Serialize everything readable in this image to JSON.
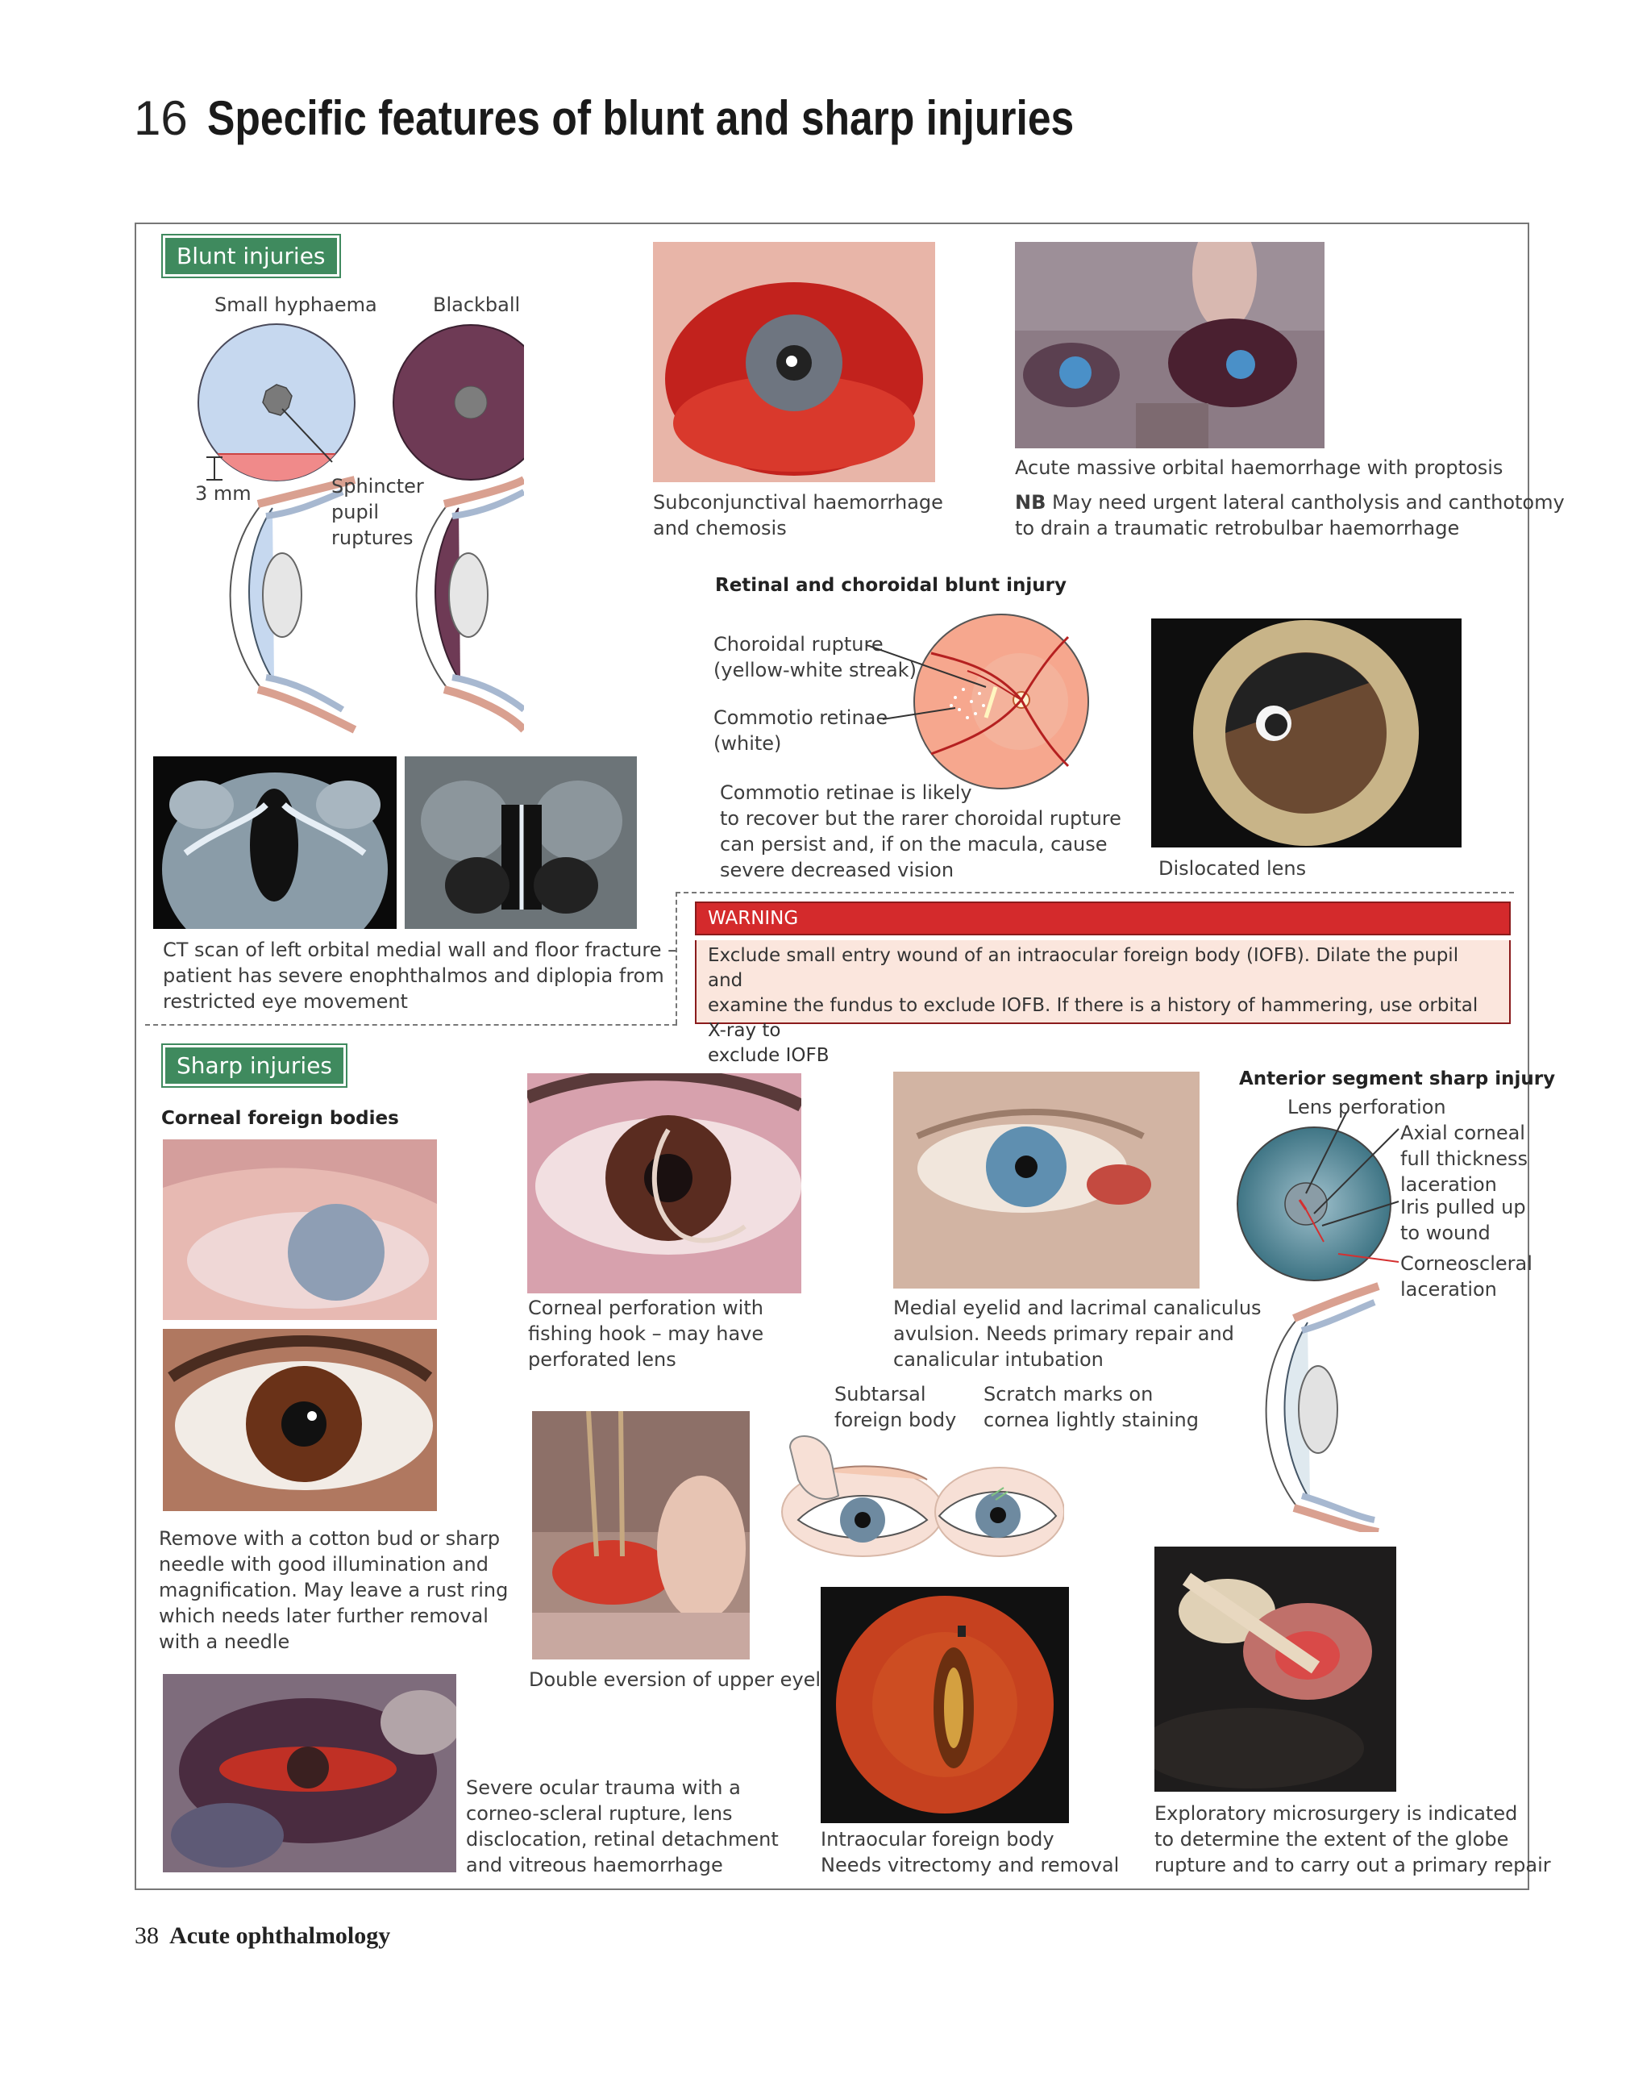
{
  "header": {
    "chapter_number": "16",
    "chapter_title": "Specific features of blunt and sharp injuries"
  },
  "blunt": {
    "tag": "Blunt injuries",
    "small_hyphaema": "Small hyphaema",
    "blackball": "Blackball",
    "measure": "3 mm",
    "sphincter": [
      "Sphincter",
      "pupil",
      "ruptures"
    ],
    "subconj_caption": [
      "Subconjunctival haemorrhage",
      "and chemosis"
    ],
    "orbital_caption": "Acute massive orbital haemorrhage with proptosis",
    "nb_label": "NB",
    "nb_text": "May need urgent lateral cantholysis and canthotomy",
    "nb_text2": "to drain a  traumatic retrobulbar haemorrhage",
    "retinal_title": "Retinal and choroidal blunt injury",
    "choroidal_rupture": [
      "Choroidal rupture",
      "(yellow-white streak)"
    ],
    "commotio": [
      "Commotio retinae",
      "(white)"
    ],
    "commotio_note": [
      "Commotio retinae is likely",
      "to recover but the rarer choroidal rupture",
      "can persist and, if on the macula, cause",
      "severe decreased vision"
    ],
    "dislocated_lens": "Dislocated lens",
    "ct_caption": [
      "CT scan of left orbital medial wall and floor fracture –",
      "patient has severe enophthalmos and diplopia from",
      "restricted eye movement"
    ]
  },
  "warning": {
    "title": "WARNING",
    "lines": [
      "Exclude small entry wound of an intraocular foreign body (IOFB). Dilate the pupil and",
      "examine the fundus to exclude IOFB. If there is a history of hammering, use orbital X-ray to",
      "exclude IOFB"
    ]
  },
  "sharp": {
    "tag": "Sharp injuries",
    "corneal_fb_title": "Corneal foreign bodies",
    "remove_caption": [
      "Remove with a cotton bud or sharp",
      "needle with good illumination and",
      "magnification. May leave a rust ring",
      "which needs later further removal",
      "with a needle"
    ],
    "hook_caption": [
      "Corneal perforation with",
      "fishing hook – may have",
      "perforated lens"
    ],
    "eyelid_caption": [
      "Medial eyelid and lacrimal canaliculus",
      "avulsion. Needs primary repair and",
      "canalicular intubation"
    ],
    "anterior_title": "Anterior segment sharp injury",
    "lens_perforation": "Lens perforation",
    "axial": [
      "Axial corneal",
      "full thickness",
      "laceration"
    ],
    "iris_pulled": [
      "Iris pulled up",
      "to wound"
    ],
    "corneoscleral": [
      "Corneoscleral",
      "laceration"
    ],
    "subtarsal": [
      "Subtarsal",
      "foreign body"
    ],
    "scratch": [
      "Scratch marks on",
      "cornea lightly staining"
    ],
    "double_eversion": "Double eversion of upper eyelid",
    "severe_caption": [
      "Severe ocular trauma with a",
      "corneo-scleral rupture, lens",
      "disclocation, retinal detachment",
      "and vitreous haemorrhage"
    ],
    "iofb_caption": [
      "Intraocular foreign body",
      "Needs vitrectomy and removal"
    ],
    "explore_caption": [
      "Exploratory microsurgery is indicated",
      "to determine the extent of the globe",
      "rupture and to carry out a primary repair"
    ]
  },
  "footer": {
    "page_number": "38",
    "book_title": "Acute ophthalmology"
  },
  "colors": {
    "section_green": "#3f8a5e",
    "warning_red": "#d42a2c",
    "warning_bg": "#fbe6dd",
    "hyphaema_blue": "#c6d8ef",
    "blackball_purple": "#6e3a55"
  }
}
